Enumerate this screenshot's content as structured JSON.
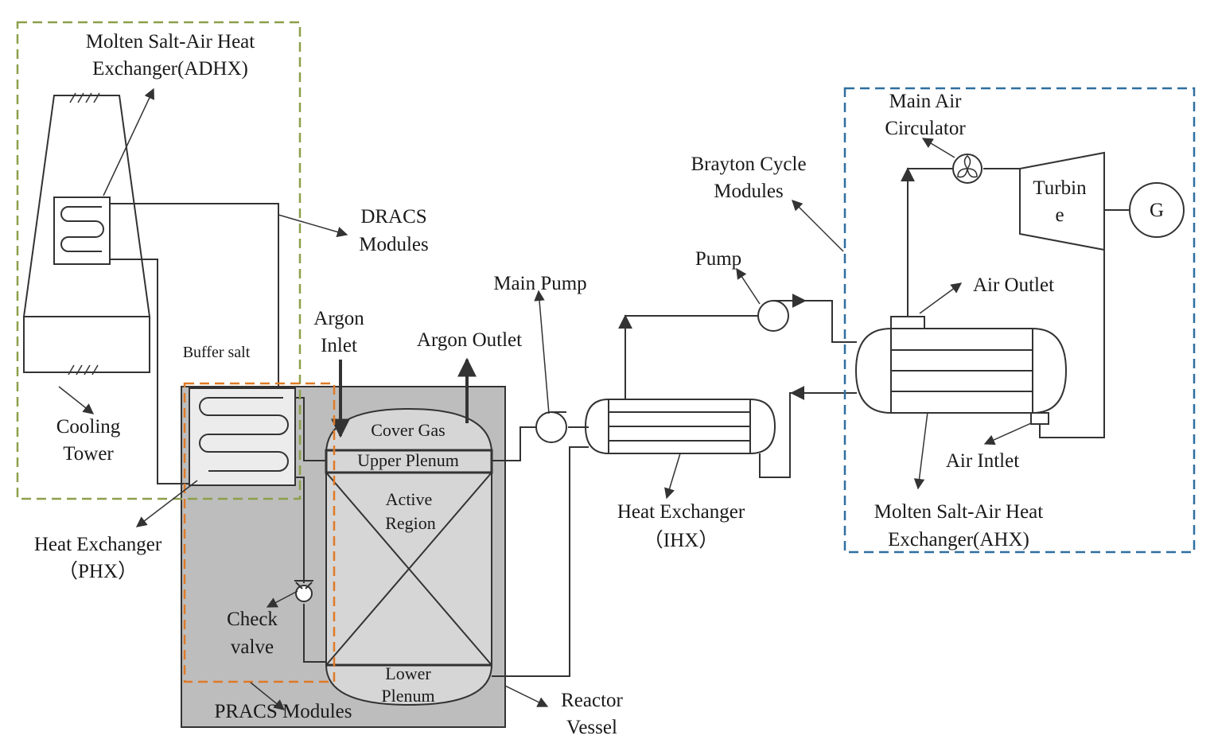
{
  "colors": {
    "dracs_border": "#8ca04a",
    "pracs_border": "#e07a26",
    "brayton_border": "#2f6f9f",
    "reactor_vessel_fill": "#bdbdbd",
    "reactor_core_fill": "#d6d6d6",
    "line": "#333333"
  },
  "labels": {
    "adhx": [
      "Molten Salt-Air Heat",
      "Exchanger(ADHX)"
    ],
    "dracs": [
      "DRACS",
      "Modules"
    ],
    "cooling_tower": [
      "Cooling",
      "Tower"
    ],
    "buffer_salt": "Buffer salt",
    "argon_inlet": [
      "Argon",
      "Inlet"
    ],
    "argon_outlet": "Argon Outlet",
    "main_pump": "Main Pump",
    "cover_gas": "Cover Gas",
    "upper_plenum": "Upper Plenum",
    "active_region": [
      "Active",
      "Region"
    ],
    "lower_plenum": [
      "Lower",
      "Plenum"
    ],
    "phx": [
      "Heat Exchanger",
      "（PHX）"
    ],
    "check_valve": [
      "Check",
      "valve"
    ],
    "pracs": "PRACS Modules",
    "reactor_vessel": [
      "Reactor",
      "Vessel"
    ],
    "ihx": [
      "Heat Exchanger",
      "（IHX）"
    ],
    "pump": "Pump",
    "brayton": [
      "Brayton Cycle",
      "Modules"
    ],
    "main_air_circulator": [
      "Main Air",
      "Circulator"
    ],
    "turbine": [
      "Turbin",
      "e"
    ],
    "generator": "G",
    "air_outlet": "Air Outlet",
    "air_inlet": "Air Intlet",
    "ahx": [
      "Molten Salt-Air Heat",
      "Exchanger(AHX)"
    ]
  }
}
